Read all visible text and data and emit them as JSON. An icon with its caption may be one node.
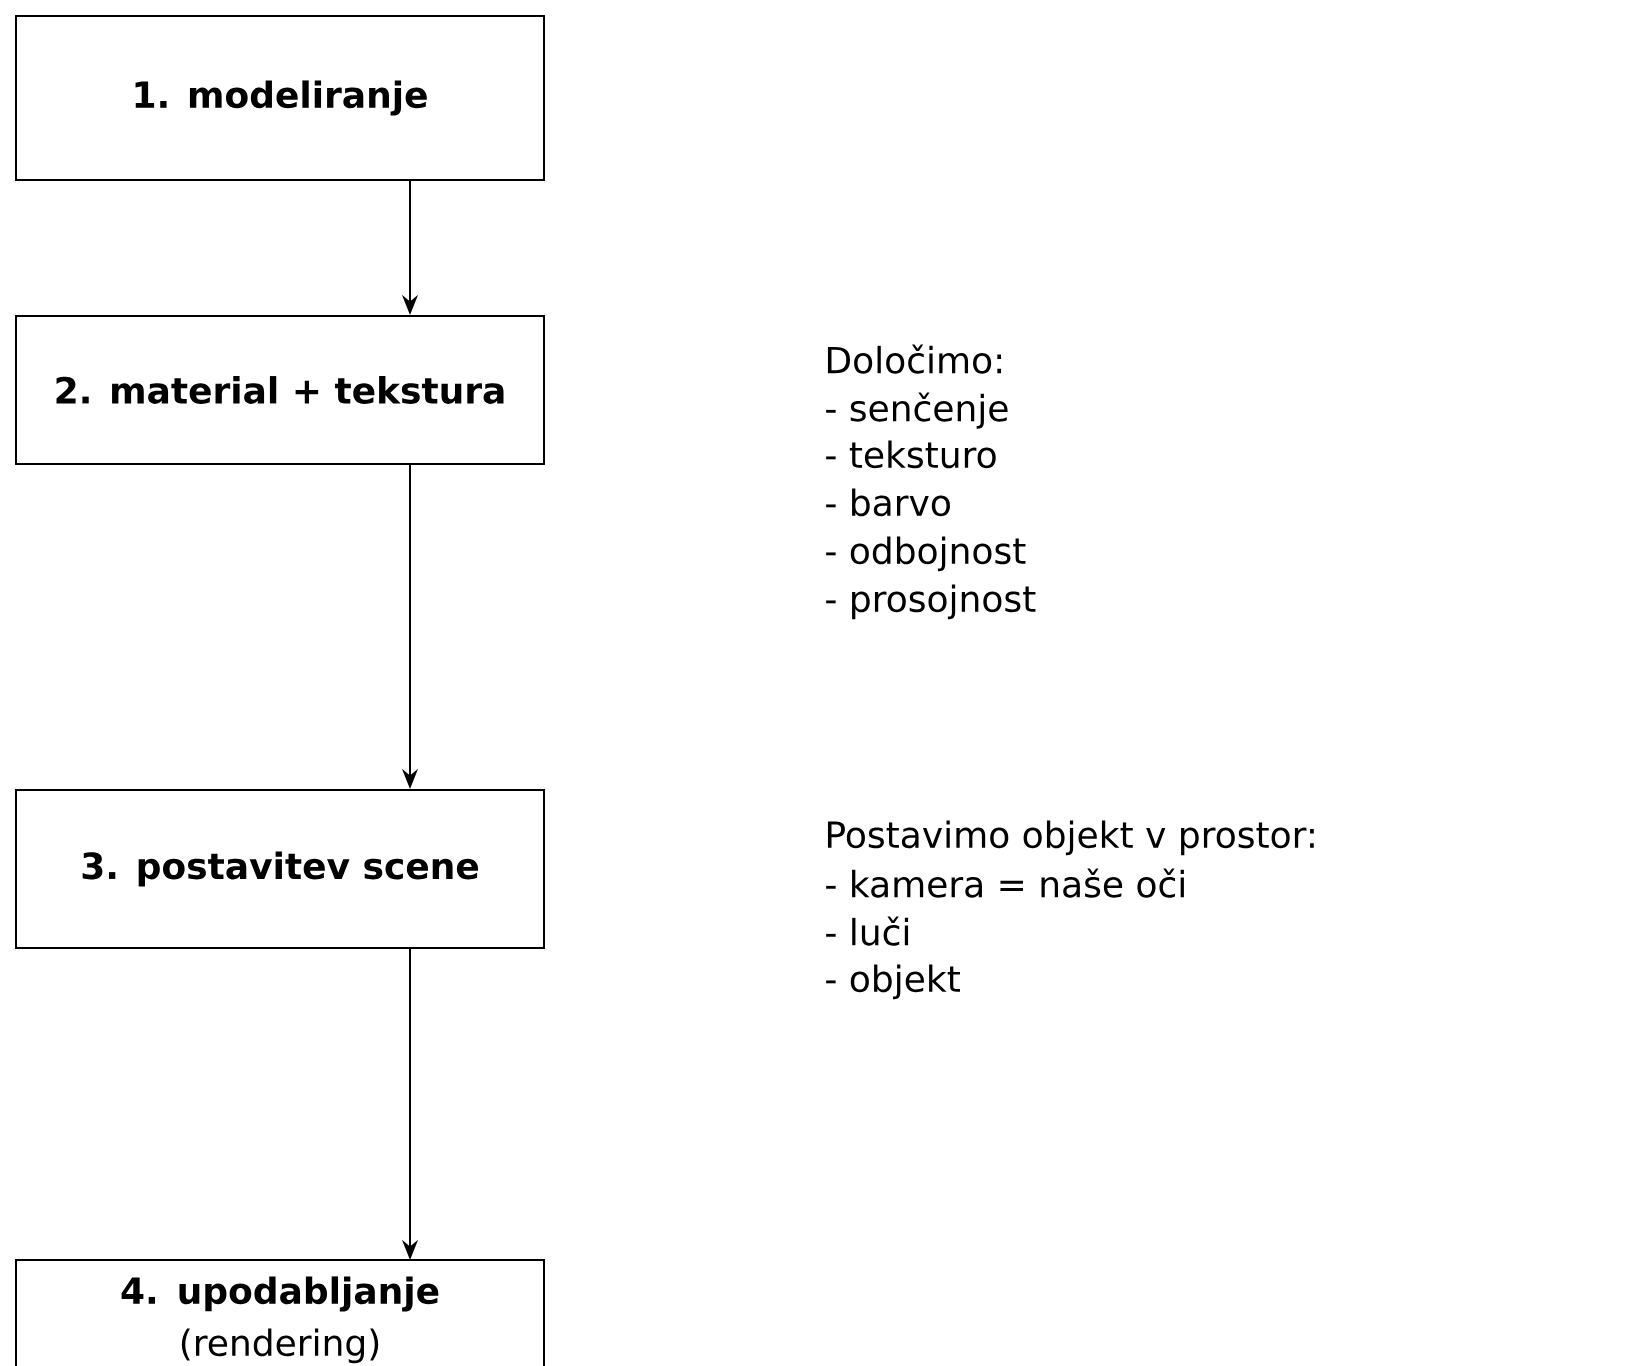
{
  "diagram": {
    "nodes": [
      {
        "text": [
          "1. modeliranje"
        ]
      },
      {
        "text": [
          "2. material + tekstura"
        ],
        "beside": [
          "Določimo:",
          "- senčenje",
          "- teksturo",
          "- barvo",
          "- odbojnost",
          "- prosojnost"
        ]
      },
      {
        "text": [
          "3. postavitev scene"
        ],
        "beside": [
          "Postavimo objekt v prostor:",
          "- kamera = naše oči",
          "- luči",
          "- objekt"
        ]
      },
      {
        "text": [
          "4. upodabljanje",
          "(rendering)"
        ]
      }
    ],
    "edges": [
      {
        "from": 0,
        "to": 1,
        "arrow": "to"
      },
      {
        "from": 1,
        "to": 2,
        "arrow": "to"
      },
      {
        "from": 2,
        "to": 3,
        "arrow": "to"
      }
    ]
  }
}
